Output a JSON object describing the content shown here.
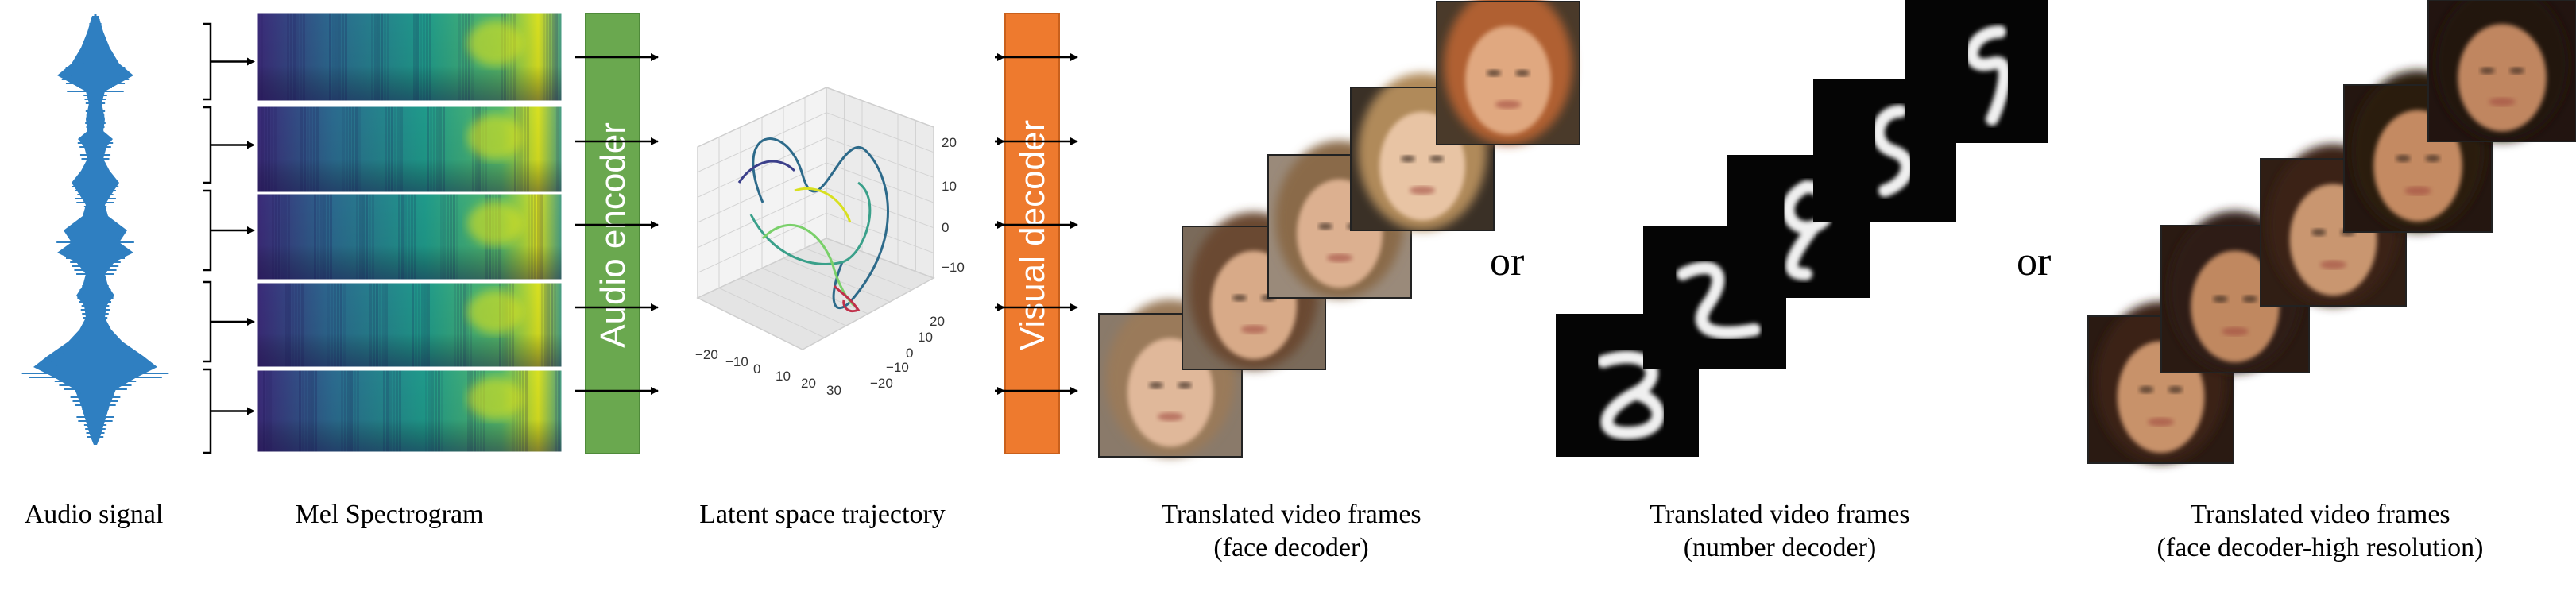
{
  "captions": {
    "audio": "Audio signal",
    "mel": "Mel Spectrogram",
    "latent": "Latent space trajectory",
    "face_line1": "Translated video frames",
    "face_line2": "(face decoder)",
    "number_line1": "Translated video frames",
    "number_line2": "(number decoder)",
    "hires_line1": "Translated video frames",
    "hires_line2": "(face decoder-high resolution)"
  },
  "blocks": {
    "encoder_label": "Audio encoder",
    "decoder_label": "Visual decoder"
  },
  "or_words": [
    "or",
    "or"
  ],
  "plot3d": {
    "z_ticks": [
      "20",
      "10",
      "0",
      "−10"
    ],
    "x_ticks": [
      "−20",
      "−10",
      "0",
      "10",
      "20",
      "30"
    ],
    "y_ticks": [
      "20",
      "10",
      "0",
      "−10",
      "−20"
    ]
  },
  "colors": {
    "encoder": "#6aa84f",
    "decoder": "#ee7a2e",
    "waveform": "#2f7fc1",
    "spectrogram_low": "#3b2a78",
    "spectrogram_mid": "#1f9a8a",
    "spectrogram_high": "#e8e619"
  },
  "frame_groups": [
    "face-frames",
    "number-frames",
    "hires-face-frames"
  ]
}
